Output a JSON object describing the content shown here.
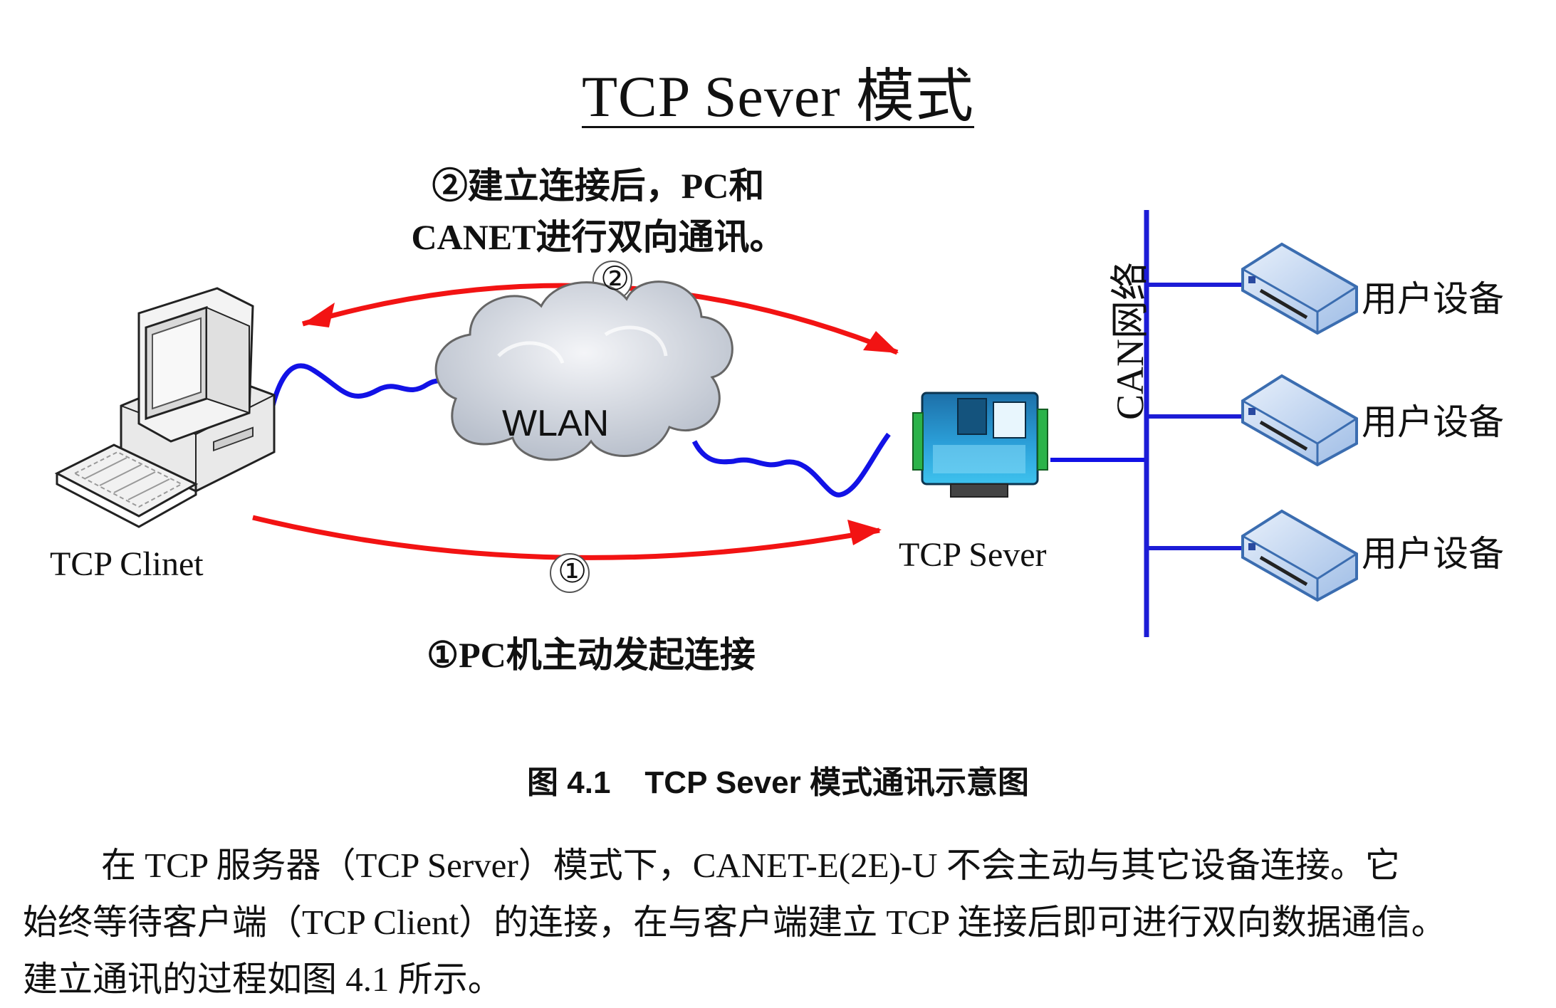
{
  "title": "TCP Sever 模式",
  "step2_text": [
    "②建立连接后，PC和",
    "CANET进行双向通讯。"
  ],
  "step2_marker": "②",
  "step1_text": "①PC机主动发起连接",
  "step1_marker": "①",
  "cloud_label": "WLAN",
  "client_label": "TCP Clinet",
  "server_label": "TCP Sever",
  "can_label": "CAN网络",
  "devices": [
    "用户设备",
    "用户设备",
    "用户设备"
  ],
  "caption": {
    "number": "图 4.1",
    "text": "TCP Sever 模式通讯示意图"
  },
  "body": [
    "在 TCP 服务器（TCP  Server）模式下，CANET-E(2E)-U 不会主动与其它设备连接。它",
    "始终等待客户端（TCP Client）的连接，在与客户端建立 TCP 连接后即可进行双向数据通信。",
    "建立通讯的过程如图 4.1 所示。"
  ],
  "colors": {
    "arrow": "#f21313",
    "cable": "#1212e6",
    "bus": "#1c1cd6",
    "device": "#c9dcf2",
    "cloud": "#dfe3ea"
  }
}
